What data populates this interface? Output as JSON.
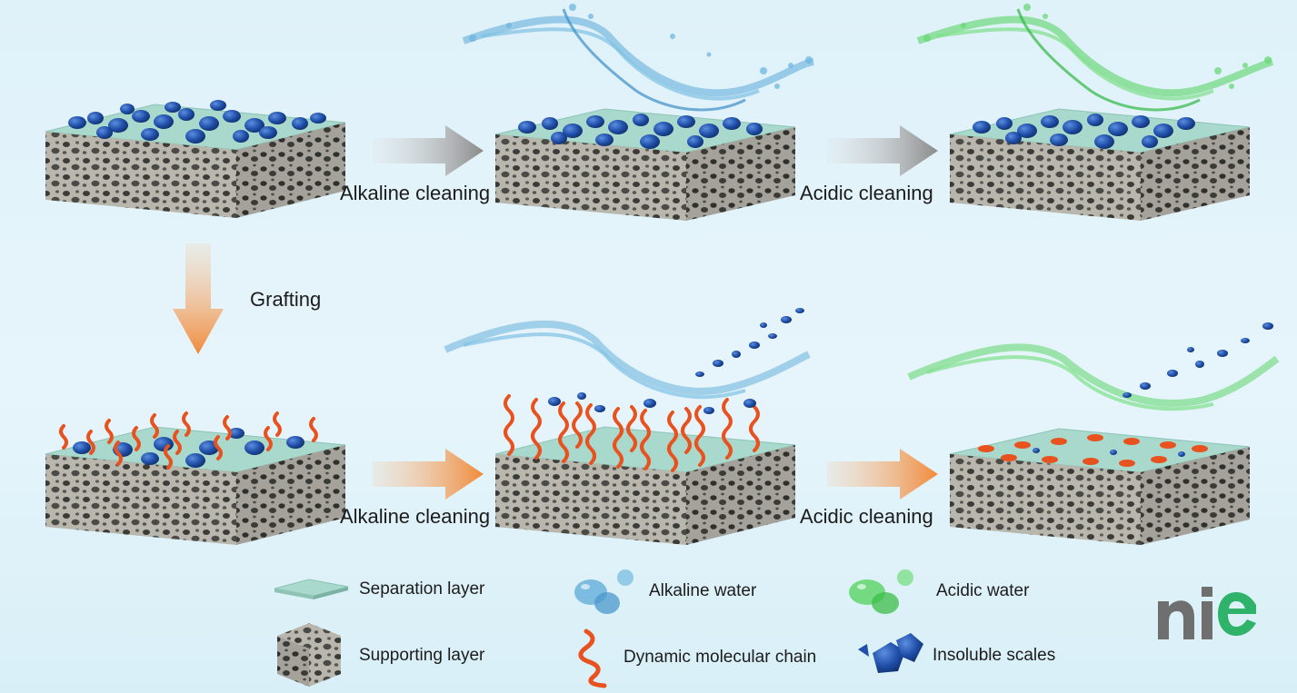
{
  "steps": {
    "alkaline_top": "Alkaline cleaning",
    "acidic_top": "Acidic cleaning",
    "grafting": "Grafting",
    "alkaline_bottom": "Alkaline cleaning",
    "acidic_bottom": "Acidic cleaning"
  },
  "legend": {
    "separation_layer": "Separation layer",
    "supporting_layer": "Supporting layer",
    "alkaline_water": "Alkaline water",
    "dynamic_chain": "Dynamic molecular chain",
    "acidic_water": "Acidic water",
    "insoluble_scales": "Insoluble scales"
  },
  "logo": {
    "text": "niE"
  },
  "colors": {
    "gray_arrow": "#8a8a8a",
    "orange_arrow": "#f08a3a",
    "separation": "#a9d9cc",
    "support": "#9a9a92",
    "scale": "#1f4fa8",
    "chain": "#e8521f",
    "alkaline_water": "#5aa9d8",
    "acidic_water": "#4fd25a",
    "logo": "#6f6f6f",
    "logo_accent": "#2fb36a"
  }
}
